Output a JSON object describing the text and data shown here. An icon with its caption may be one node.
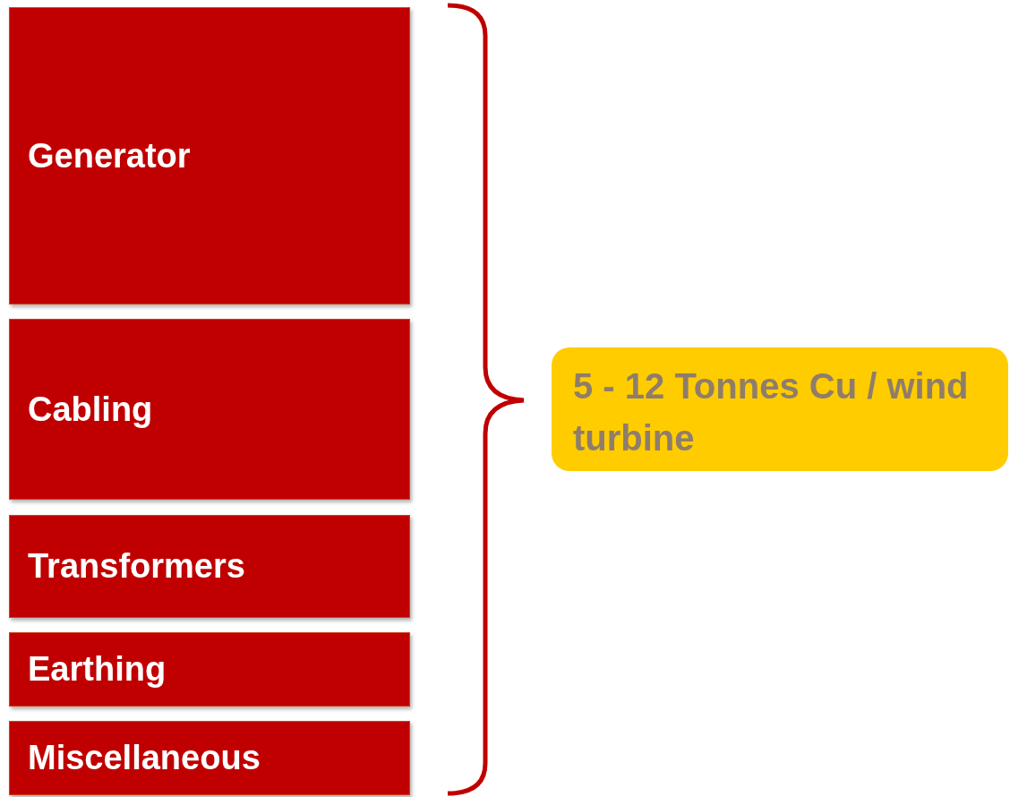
{
  "diagram": {
    "nodes": [
      {
        "text": [
          "Generator"
        ]
      },
      {
        "text": [
          "Cabling"
        ]
      },
      {
        "text": [
          "Transformers"
        ]
      },
      {
        "text": [
          "Earthing"
        ]
      },
      {
        "text": [
          "Miscellaneous"
        ]
      },
      {
        "text": [
          "5 - 12 Tonnes Cu / wind turbine"
        ]
      }
    ],
    "edges": []
  }
}
